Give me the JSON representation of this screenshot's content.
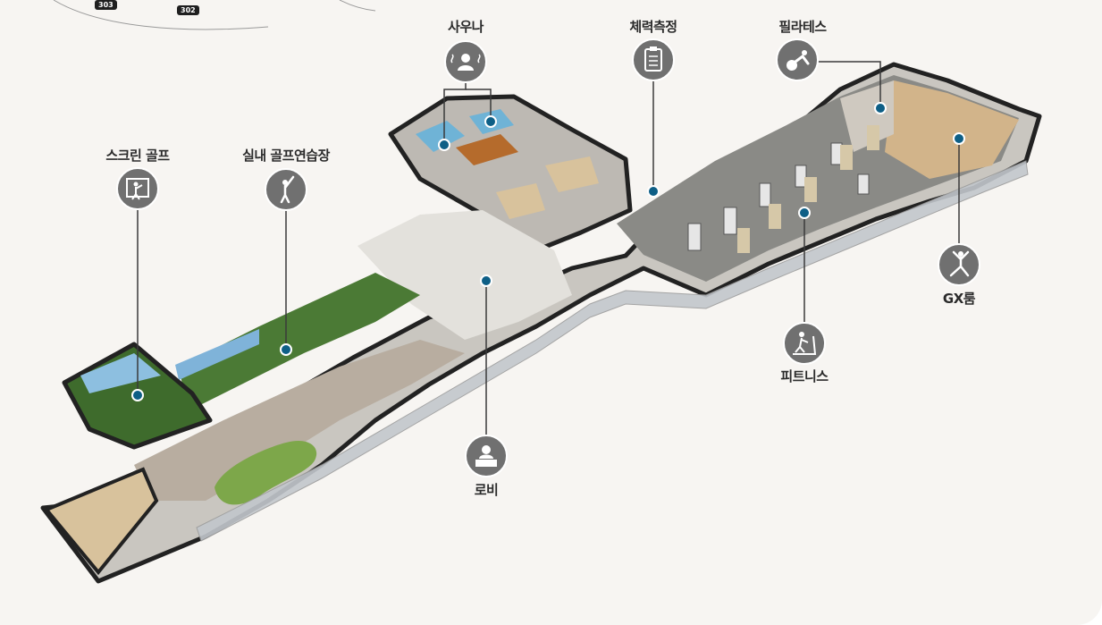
{
  "zones": {
    "sauna": {
      "label": "사우나",
      "icon": "sauna-icon"
    },
    "fitness_test": {
      "label": "체력측정",
      "icon": "clipboard-icon"
    },
    "pilates": {
      "label": "필라테스",
      "icon": "pilates-icon"
    },
    "screen_golf": {
      "label": "스크린 골프",
      "icon": "screen-golf-icon"
    },
    "indoor_golf_range": {
      "label": "실내 골프연습장",
      "icon": "golf-swing-icon"
    },
    "lobby": {
      "label": "로비",
      "icon": "reception-icon"
    },
    "fitness": {
      "label": "피트니스",
      "icon": "treadmill-icon"
    },
    "gx_room": {
      "label": "GX룸",
      "icon": "yoga-icon"
    }
  },
  "map_badges": {
    "left": "303",
    "right": "302"
  },
  "colors": {
    "icon_circle": "#707070",
    "marker_dot": "#0e5f86",
    "line": "#3a3a3a",
    "wall": "#222222",
    "floor_gray": "#8a8a86",
    "floor_light": "#e3e1dc",
    "turf": "#4b7a35",
    "wood": "#d2b48a"
  }
}
